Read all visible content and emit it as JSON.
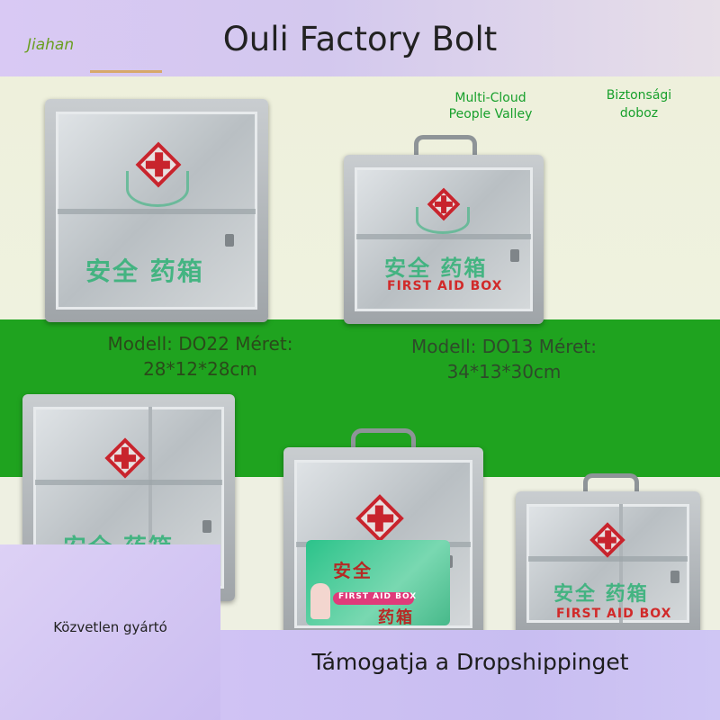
{
  "title": "Ouli Factory Bolt",
  "watermark": "Jiahan",
  "tags": {
    "cloud": "Multi-Cloud\nPeople Valley",
    "safety": "Biztonsági\ndoboz"
  },
  "models": {
    "model1": "Modell: DO22 Méret: 28*12*28cm",
    "model2": "Modell: DO13 Méret: 34*13*30cm"
  },
  "cabinet_labels": {
    "cn": "安全 药箱",
    "first_aid": "FIRST AID BOX",
    "sticker_cn1": "安全",
    "sticker_cn2": "药箱"
  },
  "promo": {
    "left": "Közvetlen gyártó",
    "bottom": "Támogatja a Dropshippinget"
  },
  "colors": {
    "green_band": "#1fa31f",
    "promo_purple": "#cbbdf1",
    "cross_red": "#c8242d"
  }
}
